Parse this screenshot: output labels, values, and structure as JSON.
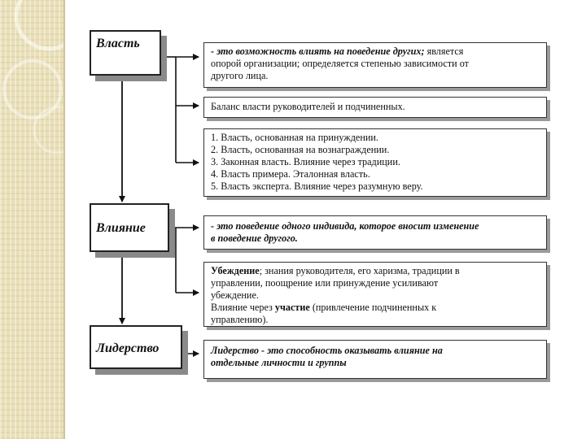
{
  "nodes": {
    "vlast": "Власть",
    "vliyanie": "Влияние",
    "liderstvo": "Лидерство"
  },
  "boxes": {
    "vlast_def": {
      "italic_part": "- это возможность влиять на поведение других;",
      "rest_1": " является",
      "line2": "опорой организации; определяется степенью зависимости от",
      "line3": "другого лица."
    },
    "balance": "Баланс  власти руководителей и подчиненных.",
    "types": [
      "1. Власть, основанная  на принуждении.",
      "2. Власть, основанная на вознаграждении.",
      "3. Законная власть. Влияние через традиции.",
      "4. Власть примера. Эталонная власть.",
      "5. Власть эксперта. Влияние через разумную веру."
    ],
    "vliyanie_def": {
      "line1": "- это  поведение одного индивида, которое вносит изменение",
      "line2": "в поведение другого."
    },
    "methods": {
      "bold1": "Убеждение",
      "line1_rest": "; знания руководителя, его харизма,  традиции в",
      "line2": "управлении, поощрение или принуждение усиливают",
      "line3": "убеждение.",
      "line4_pre": "Влияние через ",
      "bold2": "участие",
      "line4_rest": " (привлечение подчиненных к",
      "line5": "управлению)."
    },
    "liderstvo_def": {
      "line1": "Лидерство - это способность оказывать влияние на",
      "line2": "отдельные личности и группы"
    }
  },
  "colors": {
    "border": "#222222",
    "shadow": "#8a8a8a",
    "background_strip": "#e9dfb8"
  }
}
